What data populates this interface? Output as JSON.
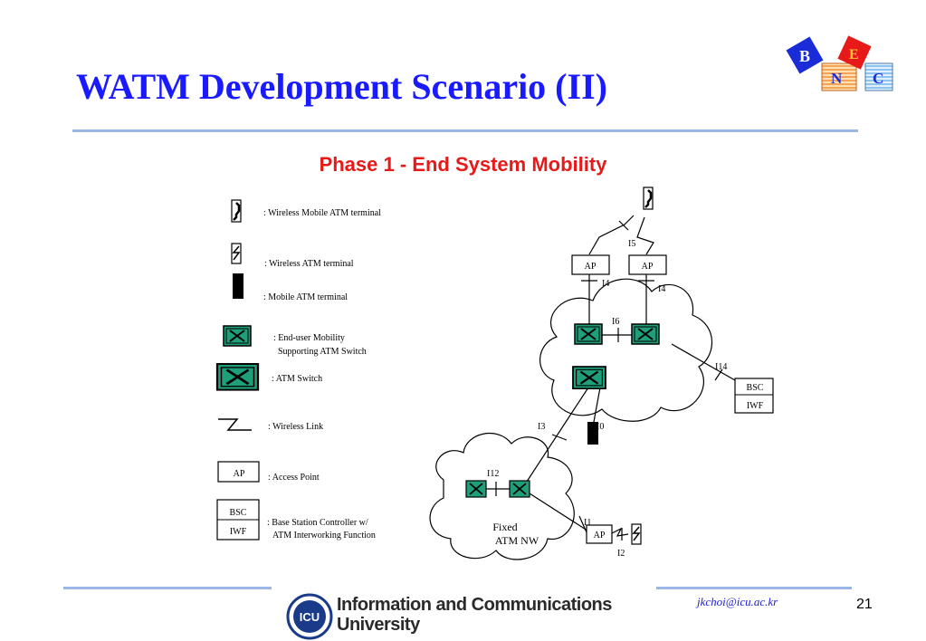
{
  "slide": {
    "title": "WATM Development Scenario (II)",
    "subtitle": "Phase 1 - End System Mobility"
  },
  "logo": {
    "letters": [
      "B",
      "E",
      "N",
      "C"
    ],
    "colors": {
      "blue": "#1a2bd8",
      "red": "#e81919",
      "stripe_orange": "#f6a35a",
      "stripe_blue": "#8fc4ef"
    }
  },
  "legend": {
    "wireless_mobile_terminal": ": Wireless Mobile ATM terminal",
    "wireless_terminal": ": Wireless ATM terminal",
    "mobile_terminal": ": Mobile ATM terminal",
    "mobility_switch_line1": ": End-user Mobility",
    "mobility_switch_line2": "Supporting ATM Switch",
    "atm_switch": ": ATM Switch",
    "wireless_link": ": Wireless Link",
    "access_point_icon": "AP",
    "access_point": ": Access Point",
    "bsc_icon": "BSC",
    "iwf_icon": "IWF",
    "bsc_line1": ": Base Station Controller w/",
    "bsc_line2": "ATM   Interworking    Function"
  },
  "network": {
    "ap_labels": [
      "AP",
      "AP",
      "AP"
    ],
    "interfaces": {
      "i1": "I1",
      "i2": "I2",
      "i3": "I3",
      "i4a": "I4",
      "i4b": "I4",
      "i5": "I5",
      "i6": "I6",
      "i10": "I0",
      "i12": "I12",
      "i14": "I14"
    },
    "bsc": "BSC",
    "iwf": "IWF",
    "fixed_line1": "Fixed",
    "fixed_line2": "ATM NW"
  },
  "footer": {
    "university_line1": "Information and Communications",
    "university_line2": "University",
    "icu_logo_text": "ICU",
    "email": "jkchoi@icu.ac.kr",
    "page_number": "21"
  },
  "colors": {
    "title": "#1a1aff",
    "subtitle": "#e81919",
    "rule": "#9bb5e6",
    "switch_fill": "#1f9e7a"
  }
}
